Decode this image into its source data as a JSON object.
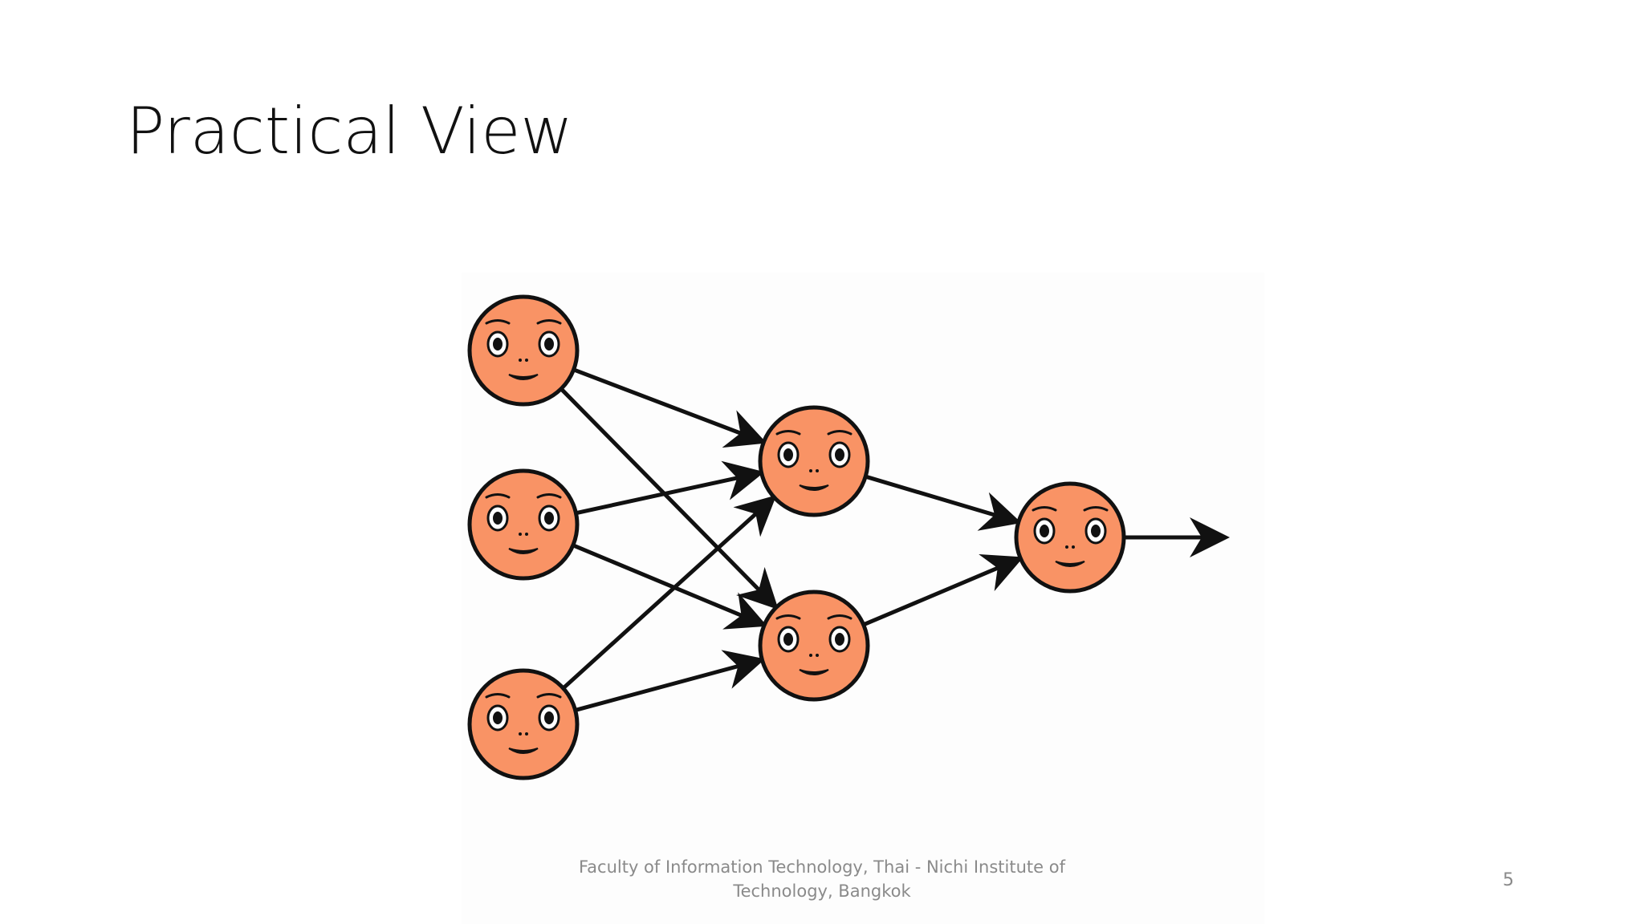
{
  "slide": {
    "title": "Practical View",
    "footer": "Faculty of Information Technology, Thai - Nichi Institute of Technology, Bangkok",
    "page_number": "5"
  },
  "diagram": {
    "node_fill": "#f99365",
    "node_stroke": "#111111",
    "edge_color": "#111111",
    "layers": [
      {
        "name": "input",
        "nodes": 3
      },
      {
        "name": "hidden",
        "nodes": 2
      },
      {
        "name": "output",
        "nodes": 1
      }
    ],
    "node_icon": "smiley-face-icon",
    "output_arrow_icon": "arrow-right-icon"
  }
}
